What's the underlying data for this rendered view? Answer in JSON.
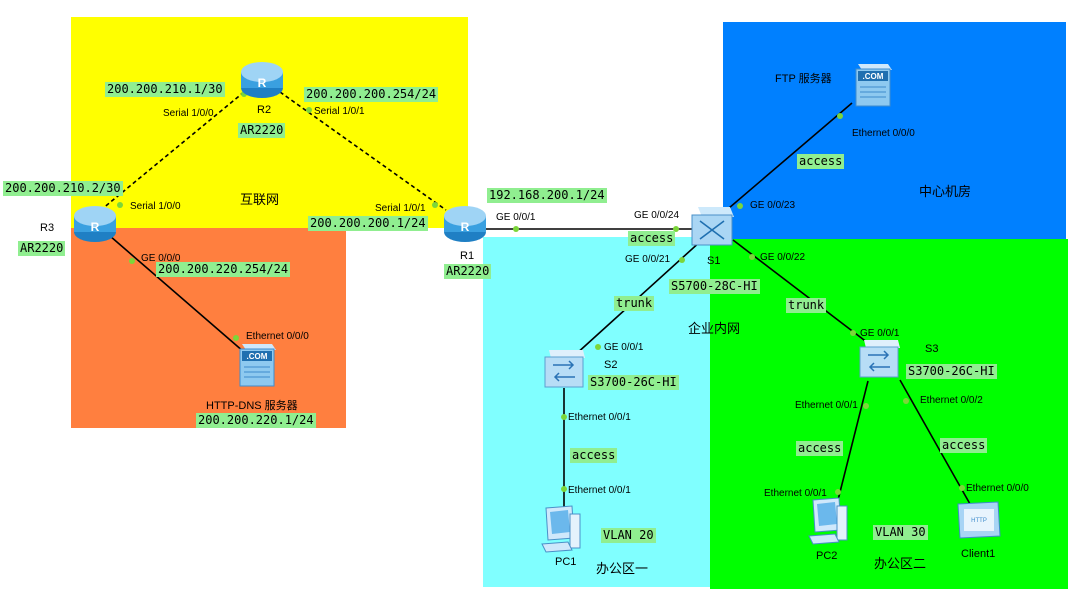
{
  "zones": {
    "internet": {
      "label": "互联网",
      "color": "#ffff00"
    },
    "isp_lan": {
      "color": "#ff7f3f"
    },
    "office1": {
      "label": "办公区一",
      "color": "#80ffff"
    },
    "office2": {
      "label": "办公区二",
      "color": "#00ff00"
    },
    "datacenter": {
      "label": "中心机房",
      "color": "#0080ff"
    },
    "intranet": {
      "label": "企业内网"
    }
  },
  "devices": {
    "r2": {
      "name": "R2",
      "model": "AR2220",
      "icon": "router-icon"
    },
    "r3": {
      "name": "R3",
      "model": "AR2220",
      "icon": "router-icon"
    },
    "r1": {
      "name": "R1",
      "model": "AR2220",
      "icon": "router-icon"
    },
    "s1": {
      "name": "S1",
      "model": "S5700-28C-HI",
      "icon": "core-switch-icon"
    },
    "s2": {
      "name": "S2",
      "model": "S3700-26C-HI",
      "icon": "switch-icon"
    },
    "s3": {
      "name": "S3",
      "model": "S3700-26C-HI",
      "icon": "switch-icon"
    },
    "ftp": {
      "name": "FTP 服务器",
      "icon": "server-icon"
    },
    "httpdns": {
      "name": "HTTP-DNS 服务器",
      "ip": "200.200.220.1/24",
      "icon": "server-icon"
    },
    "pc1": {
      "name": "PC1",
      "vlan": "VLAN 20",
      "icon": "pc-icon"
    },
    "pc2": {
      "name": "PC2",
      "vlan": "VLAN 30",
      "icon": "pc-icon"
    },
    "client1": {
      "name": "Client1",
      "icon": "client-icon"
    }
  },
  "ips": {
    "r2_s100": "200.200.210.1/30",
    "r2_s101": "200.200.200.254/24",
    "r3_s100": "200.200.210.2/30",
    "r1_s101": "200.200.200.1/24",
    "r1_ge001": "192.168.200.1/24",
    "r3_ge000": "200.200.220.254/24"
  },
  "ports": {
    "r2_s100": "Serial 1/0/0",
    "r2_s101": "Serial 1/0/1",
    "r3_s100": "Serial 1/0/0",
    "r1_s101": "Serial 1/0/1",
    "r1_ge001": "GE 0/0/1",
    "s1_ge024": "GE 0/0/24",
    "s1_ge023": "GE 0/0/23",
    "s1_ge021": "GE 0/0/21",
    "s1_ge022": "GE 0/0/22",
    "ftp_eth": "Ethernet 0/0/0",
    "r3_ge000": "GE 0/0/0",
    "httpdns_eth": "Ethernet 0/0/0",
    "s2_ge001": "GE 0/0/1",
    "s2_eth001": "Ethernet 0/0/1",
    "pc1_eth": "Ethernet 0/0/1",
    "s3_ge001": "GE 0/0/1",
    "s3_eth001": "Ethernet 0/0/1",
    "s3_eth002": "Ethernet 0/0/2",
    "pc2_eth": "Ethernet 0/0/1",
    "client1_eth": "Ethernet 0/0/0"
  },
  "links": {
    "r1_s1": "access",
    "s1_ftp": "access",
    "s1_s2": "trunk",
    "s1_s3": "trunk",
    "s2_pc1": "access",
    "s3_pc2": "access",
    "s3_client1": "access"
  },
  "colors": {
    "label_bg": "#90ee90",
    "port_dot": "#7cd63a",
    "router_blue": "#3aa0e0",
    "wire": "#000000"
  }
}
